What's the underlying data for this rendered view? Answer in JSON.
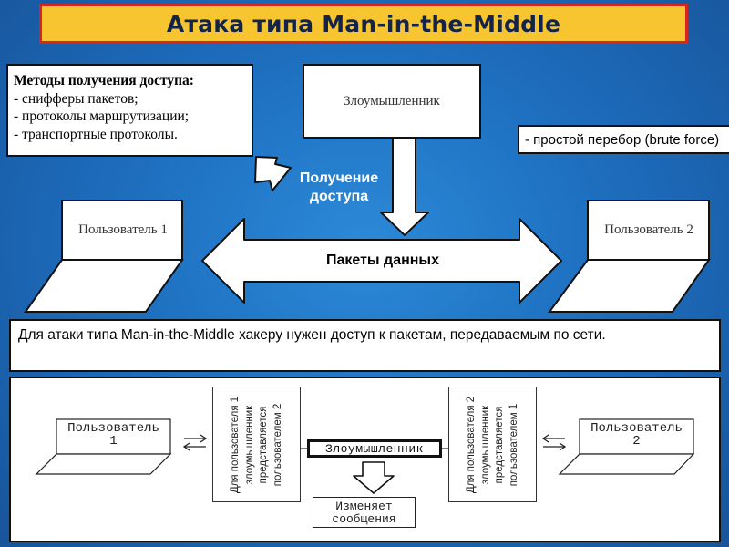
{
  "title": "Атака типа Man-in-the-Middle",
  "methods": {
    "heading": "Методы получения доступа:",
    "items": [
      "- снифферы пакетов;",
      "- протоколы маршрутизации;",
      "- транспортные протоколы."
    ]
  },
  "attacker_label": "Злоумышленник",
  "brute_force_text": "- простой перебор (brute force)",
  "access_label": [
    "Получение",
    "доступа"
  ],
  "user1_label": "Пользователь 1",
  "user2_label": "Пользователь 2",
  "packets_label": "Пакеты данных",
  "note_text": "Для атаки типа Man-in-the-Middle хакеру нужен доступ к пакетам, передаваемым по сети.",
  "bottom_diagram": {
    "user1": [
      "Пользователь",
      "1"
    ],
    "user2": [
      "Пользователь",
      "2"
    ],
    "left_box": "Для пользователя 1\nзлоумышленник\nпредставляется\nпользователем 2",
    "right_box": "Для пользователя 2\nзлоумышленник\nпредставляется\nпользователем 1",
    "attacker": "Злоумышленник",
    "modifies": [
      "Изменяет",
      "сообщения"
    ]
  },
  "colors": {
    "background": "#1e6fc0",
    "title_fill": "#f6c530",
    "title_border": "#d7261b",
    "title_text": "#13234a"
  }
}
